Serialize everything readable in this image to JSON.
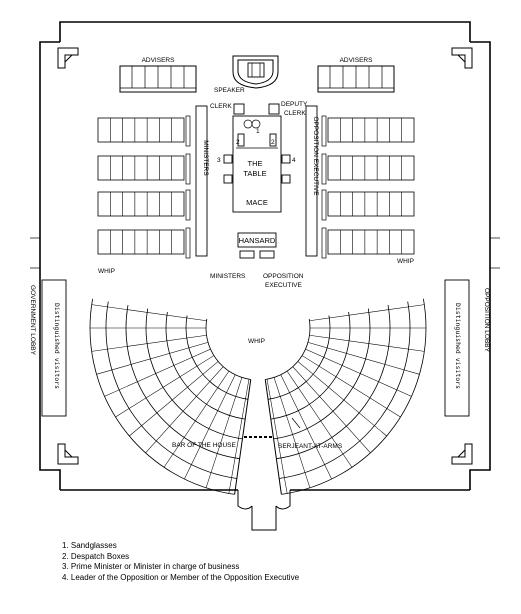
{
  "labels": {
    "advisers_left": "ADVISERS",
    "advisers_right": "ADVISERS",
    "speaker": "SPEAKER",
    "clerk": "CLERK",
    "deputy_line1": "DEPUTY",
    "deputy_line2": "CLERK",
    "ministers_vertical": "MINISTERS",
    "opposition_exec_vertical": "OPPOSITION EXECUTIVE",
    "the_table_line1": "THE",
    "the_table_line2": "TABLE",
    "mace": "MACE",
    "hansard": "HANSARD",
    "whip_left": "WHIP",
    "whip_right": "WHIP",
    "whip_center": "WHIP",
    "ministers": "MINISTERS",
    "opposition_line1": "OPPOSITION",
    "opposition_line2": "EXECUTIVE",
    "bar_of_house": "BAR OF THE HOUSE",
    "serjeant": "SERJEANT-AT-ARMS",
    "government_lobby": "GOVERNMENT LOBBY",
    "opposition_lobby": "OPPOSITION LOBBY",
    "visitors_left": "Distinguished visitors",
    "visitors_right": "Distinguished visitors",
    "num_1": "1",
    "num_2a": "2",
    "num_2b": "2",
    "num_3": "3",
    "num_4": "4"
  },
  "legend": [
    "1. Sandglasses",
    "2. Despatch Boxes",
    "3. Prime Minister or Minister in charge of business",
    "4. Leader of the Opposition or Member of the Opposition Executive"
  ]
}
